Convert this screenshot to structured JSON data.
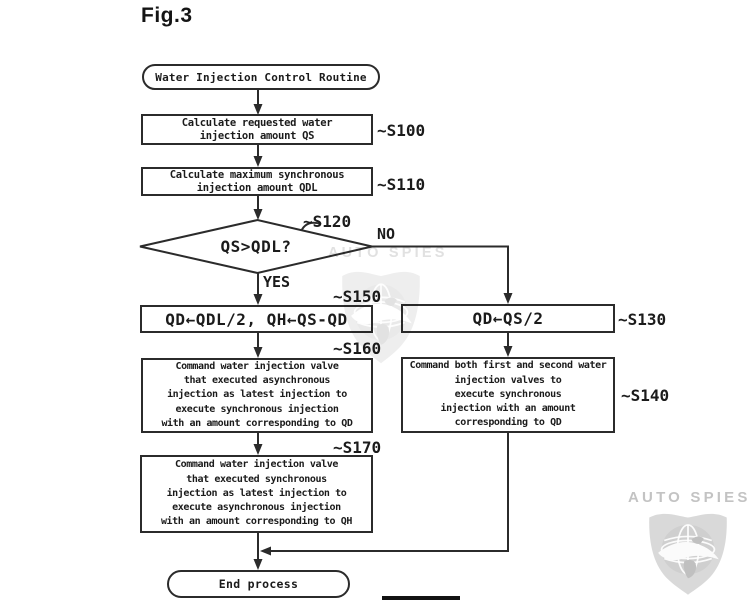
{
  "figure_label": "Fig.3",
  "watermark": {
    "brand": "AUTO SPIES"
  },
  "flow": {
    "start": "Water Injection Control Routine",
    "s100": {
      "ref": "~S100",
      "text": "Calculate requested water\ninjection amount QS"
    },
    "s110": {
      "ref": "~S110",
      "text": "Calculate maximum synchronous\ninjection amount QDL"
    },
    "s120": {
      "ref": "~S120",
      "condition": "QS>QDL?",
      "yes": "YES",
      "no": "NO"
    },
    "s130": {
      "ref": "~S130",
      "text": "QD←QS/2"
    },
    "s140": {
      "ref": "~S140",
      "text": "Command both first and second water\ninjection valves to\nexecute synchronous\ninjection with an amount\ncorresponding to QD"
    },
    "s150": {
      "ref": "~S150",
      "text": "QD←QDL/2, QH←QS-QD"
    },
    "s160": {
      "ref": "~S160",
      "text": "Command water injection valve\nthat executed asynchronous\ninjection as latest injection to\nexecute synchronous injection\nwith an amount corresponding to QD"
    },
    "s170": {
      "ref": "~S170",
      "text": "Command water injection valve\nthat executed synchronous\ninjection as latest injection to\nexecute asynchronous injection\nwith an amount corresponding to QH"
    },
    "end": "End process"
  },
  "line_color": "#2b2b2b",
  "watermark_colors": {
    "text_center": "#e1e1e1",
    "text_bottom": "#c3c3c3",
    "shield_bottom": "#d9d9d9"
  }
}
